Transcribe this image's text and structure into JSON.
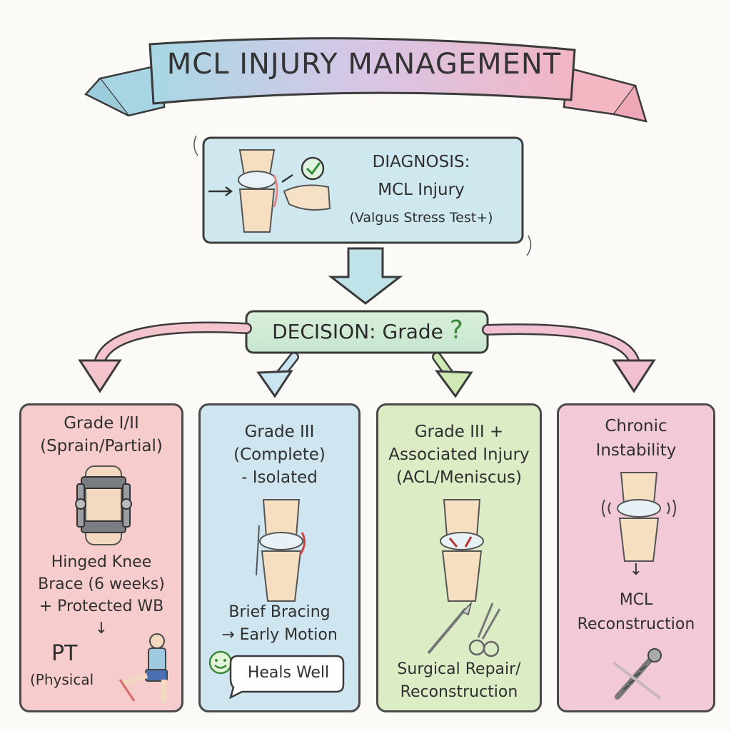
{
  "title": "MCL INJURY MANAGEMENT",
  "diagnosis": {
    "line1": "DIAGNOSIS:",
    "line2": "MCL Injury",
    "line3": "(Valgus Stress Test+)"
  },
  "decision": {
    "label": "DECISION: Grade",
    "mark": "?"
  },
  "cards": [
    {
      "title_lines": [
        "Grade I/II",
        "(Sprain/Partial)"
      ],
      "body_lines": [
        "Hinged Knee",
        "Brace (6 weeks)",
        "+ Protected WB"
      ],
      "arrow": "↓",
      "pt_label": "PT",
      "pt_sub": "(Physical",
      "color": "#f6c9c9"
    },
    {
      "title_lines": [
        "Grade III",
        "(Complete)",
        "- Isolated"
      ],
      "body_lines": [
        "Brief Bracing",
        "→ Early Motion"
      ],
      "bubble": "Heals Well",
      "color": "#cfe6f1"
    },
    {
      "title_lines": [
        "Grade III +",
        "Associated Injury",
        "(ACL/Meniscus)"
      ],
      "body_lines": [
        "Surgical Repair/",
        "Reconstruction"
      ],
      "color": "#dbecc4"
    },
    {
      "title_lines": [
        "Chronic",
        "Instability"
      ],
      "arrow": "↓",
      "body_lines": [
        "MCL",
        "Reconstruction"
      ],
      "color": "#f2c8d6"
    }
  ],
  "palette": {
    "pink": "#f2b3c2",
    "blue": "#a9d6e8",
    "green": "#bfe0a8",
    "outline": "#3b3b3b"
  },
  "icons": [
    "knee-joint-icon",
    "check-icon",
    "hand-icon",
    "knee-brace-icon",
    "scalpel-icon",
    "forceps-icon",
    "screw-icon",
    "smiley-icon"
  ]
}
